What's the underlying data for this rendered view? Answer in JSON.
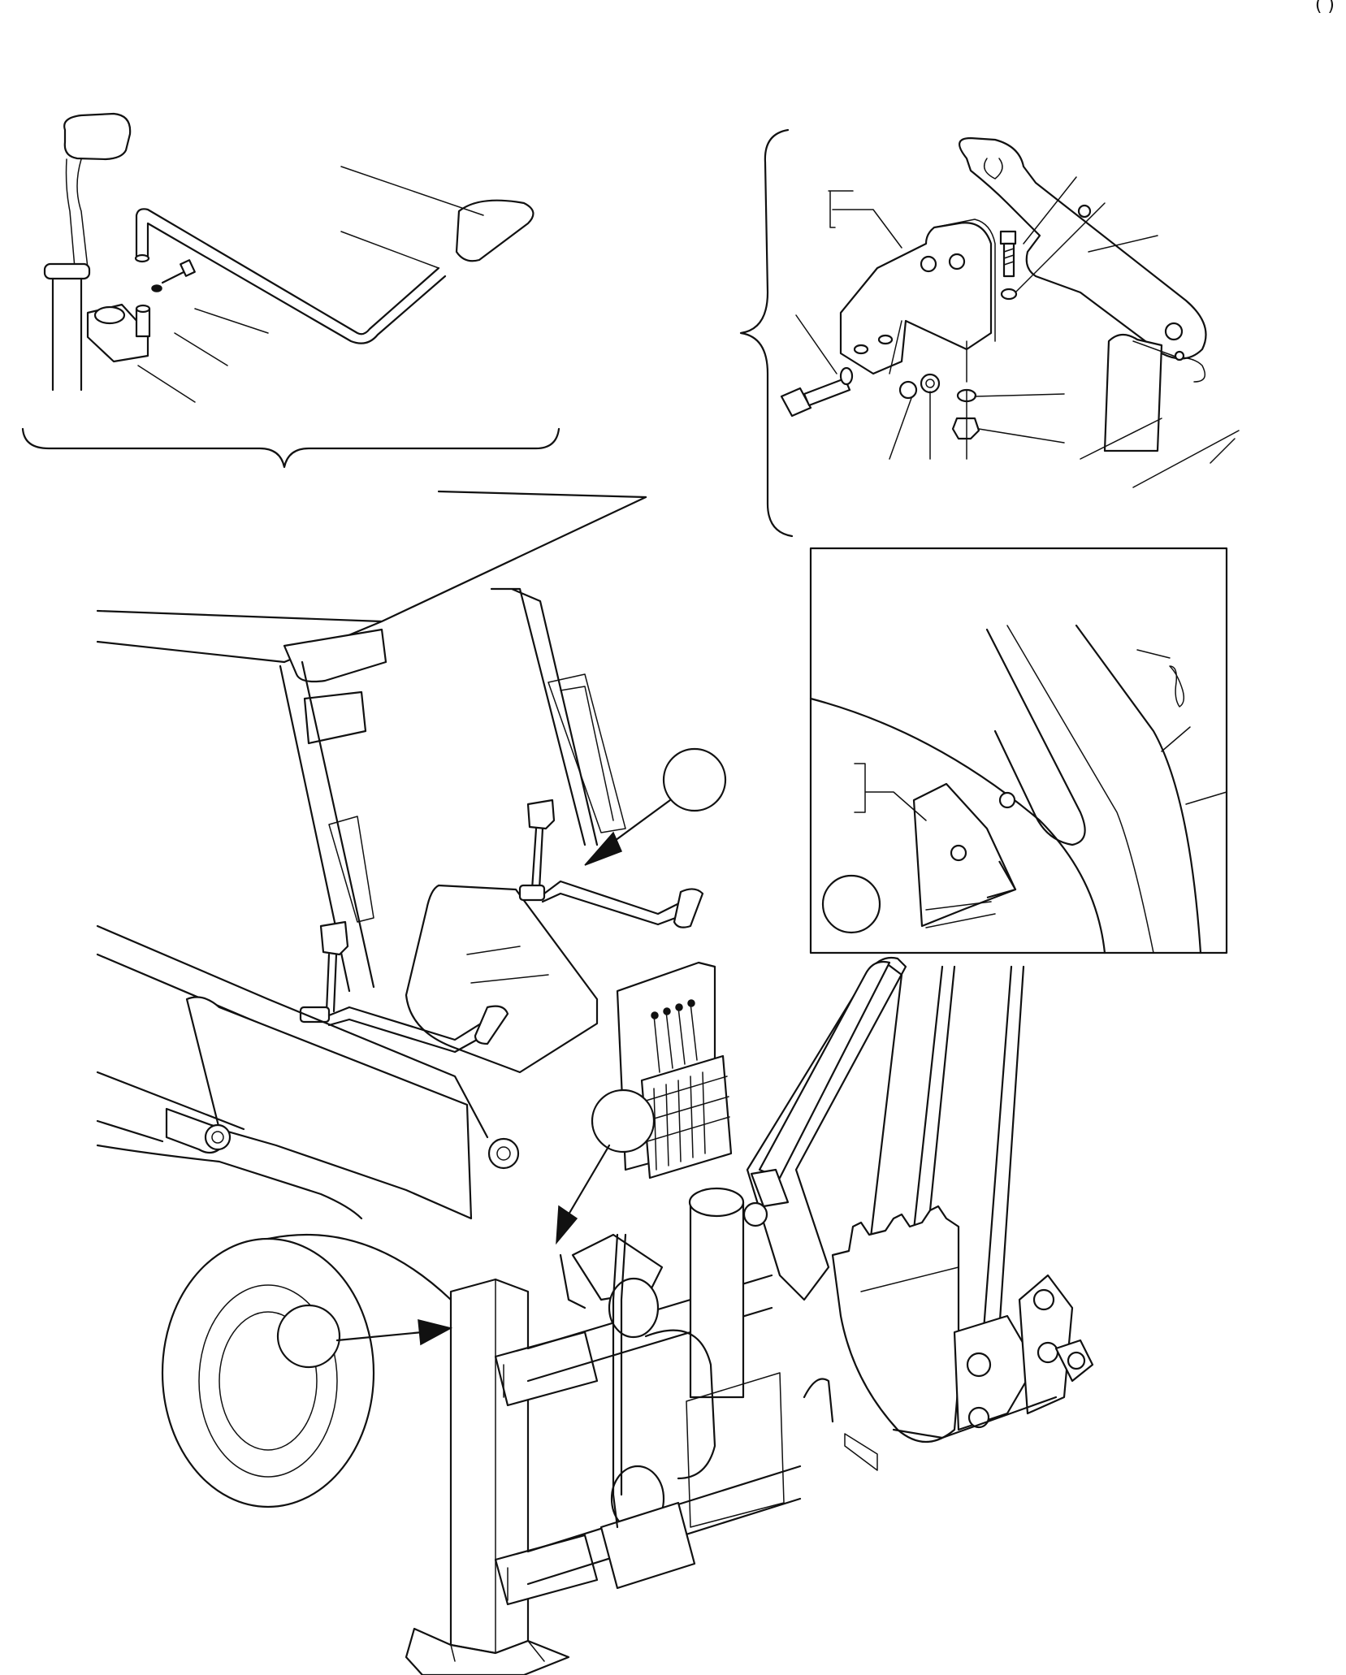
{
  "page": {
    "corner_mark": "( )"
  },
  "colors": {
    "ink": "#111111",
    "paper": "#ffffff"
  },
  "views": {
    "top_left_detail": {
      "icon": "lever-linkage-exploded-view"
    },
    "top_right_detail": {
      "icon": "pin-bracket-exploded-view"
    },
    "inset_detail": {
      "icon": "bracket-mounted-view"
    },
    "main_view": {
      "icon": "backhoe-rear-isometric-view"
    }
  },
  "callouts": [
    {
      "name": "callout-circle-lever",
      "label": ""
    },
    {
      "name": "callout-circle-valve",
      "label": ""
    },
    {
      "name": "callout-circle-post",
      "label": ""
    },
    {
      "name": "callout-circle-inset",
      "label": ""
    }
  ]
}
